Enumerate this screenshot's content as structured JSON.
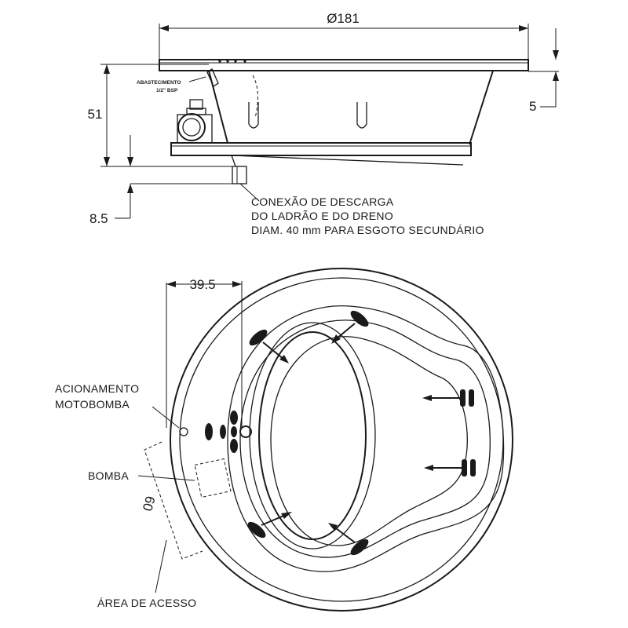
{
  "side_view": {
    "diameter_label": "Ø181",
    "height_label": "51",
    "rim_label": "5",
    "base_label": "8.5",
    "supply_label_line1": "ABASTECIMENTO",
    "supply_label_line2": "1/2\" BSP",
    "drain_note_line1": "CONEXÃO DE DESCARGA",
    "drain_note_line2": "DO LADRÃO E DO DRENO",
    "drain_note_line3": "DIAM. 40 mm PARA ESGOTO SECUNDÁRIO"
  },
  "top_view": {
    "offset_label": "39.5",
    "access_width_label": "60",
    "motor_switch_line1": "ACIONAMENTO",
    "motor_switch_line2": "MOTOBOMBA",
    "pump_label": "BOMBA",
    "access_area_label": "ÁREA DE ACESSO"
  }
}
